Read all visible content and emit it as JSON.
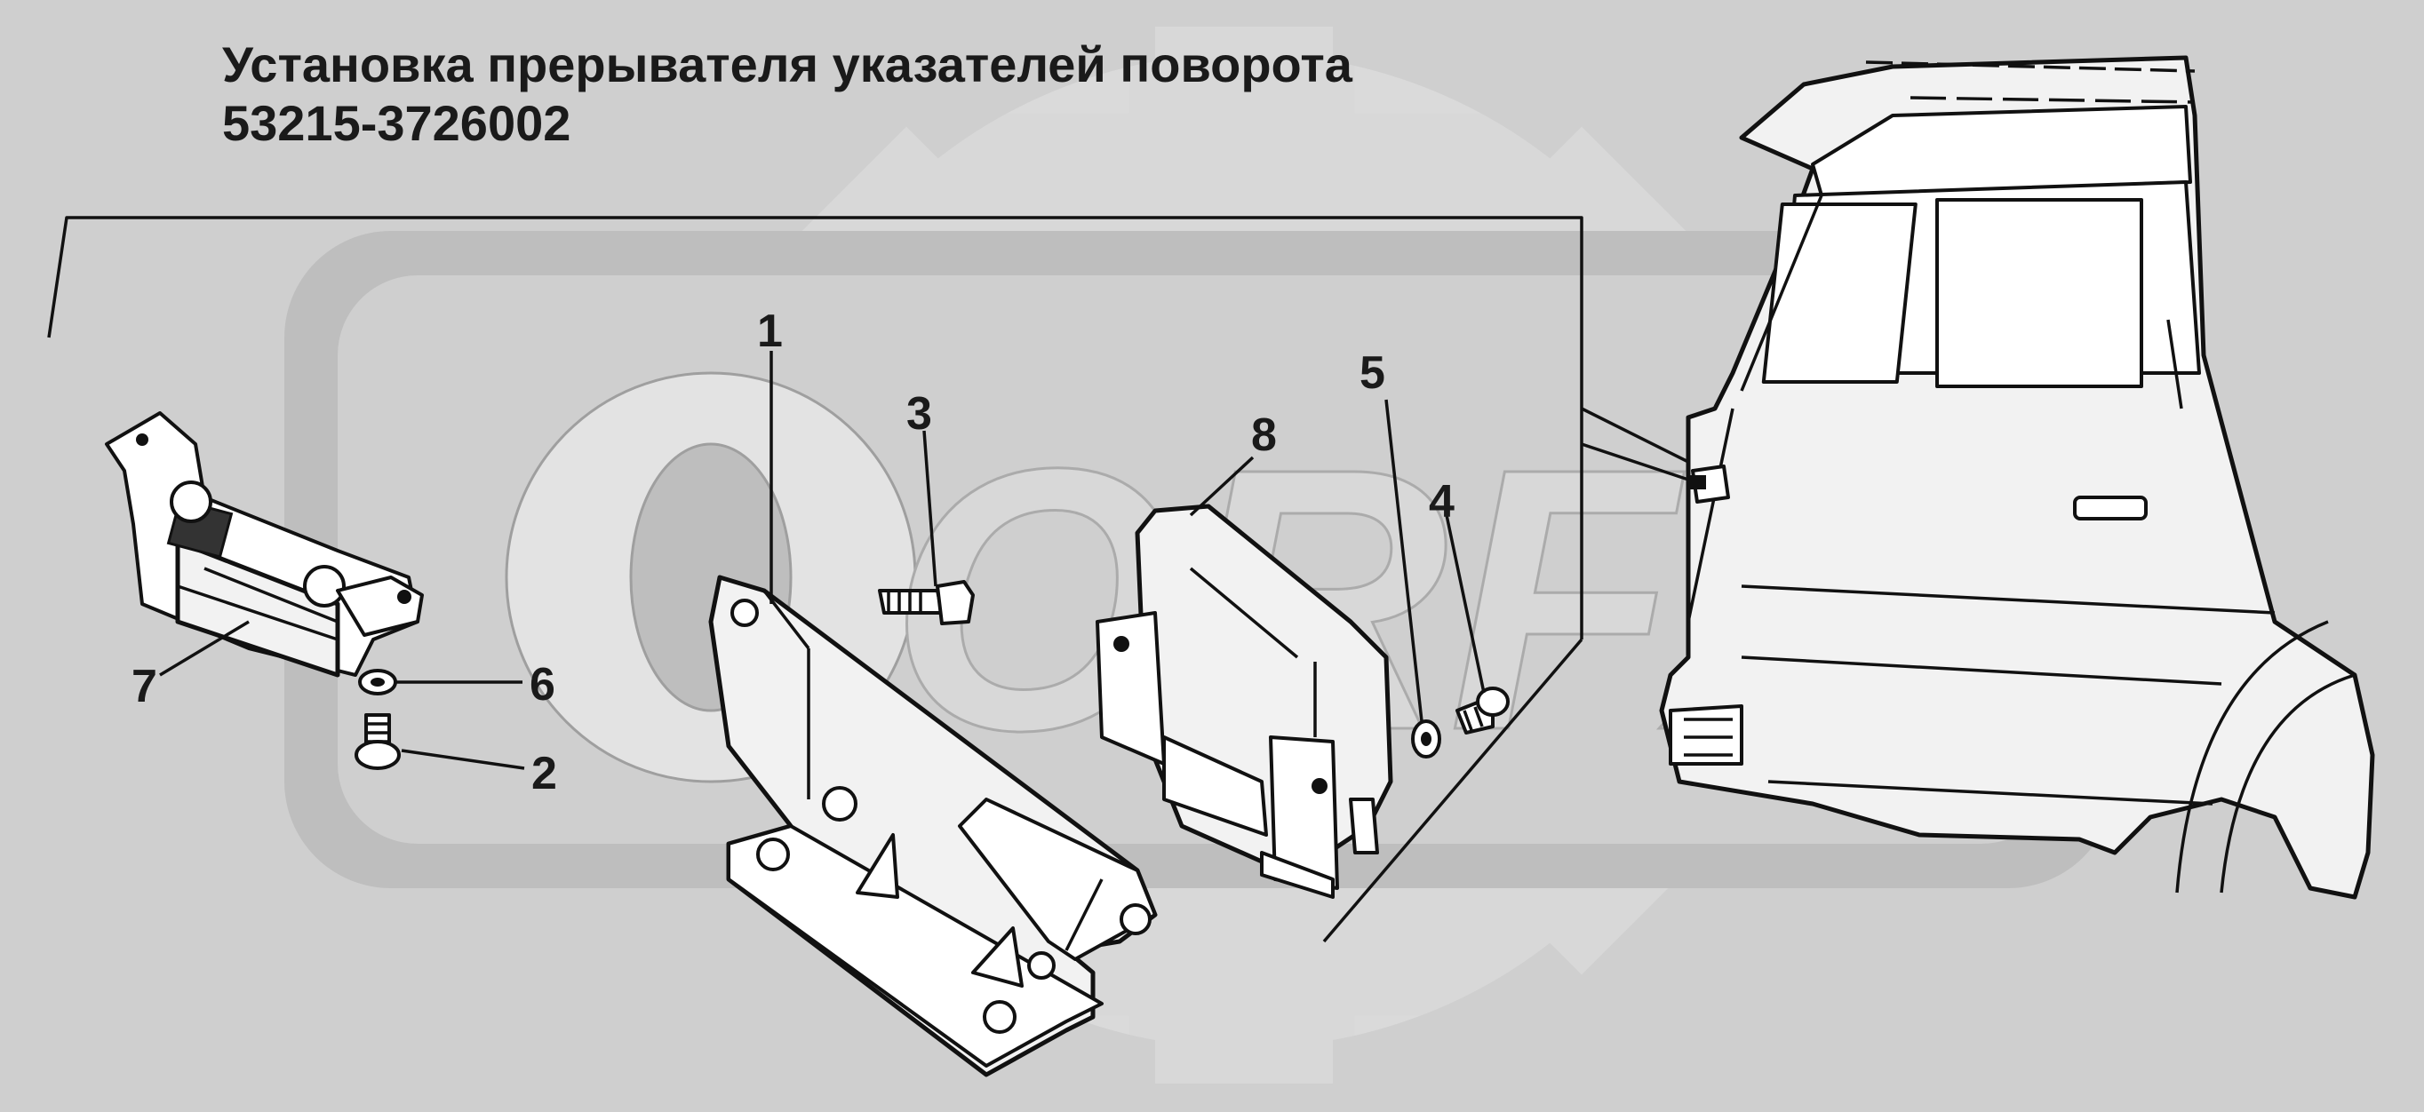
{
  "title": {
    "line1": "Установка прерывателя указателей поворота",
    "line2": "53215-3726002"
  },
  "watermark": {
    "text": "ORFX"
  },
  "callouts": [
    {
      "id": "1",
      "label": "1"
    },
    {
      "id": "2",
      "label": "2"
    },
    {
      "id": "3",
      "label": "3"
    },
    {
      "id": "4",
      "label": "4"
    },
    {
      "id": "5",
      "label": "5"
    },
    {
      "id": "6",
      "label": "6"
    },
    {
      "id": "7",
      "label": "7"
    },
    {
      "id": "8",
      "label": "8"
    }
  ],
  "colors": {
    "background": "#cfcfcf",
    "ink": "#111111",
    "watermark": "#d9d9d9"
  }
}
